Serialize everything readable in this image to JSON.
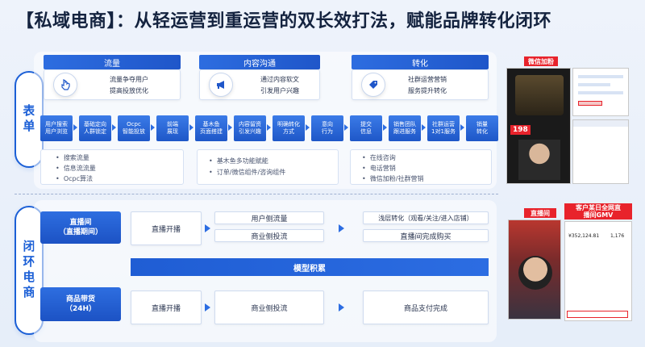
{
  "title": "【私域电商】：从轻运营到重运营的双长效打法，赋能品牌转化闭环",
  "sections": {
    "form_label": "表单",
    "loop_label": "闭环电商"
  },
  "form": {
    "categories": [
      {
        "name": "流量",
        "icon": "hand-pointer-icon",
        "lines": [
          "流量争夺用户",
          "提高投放优化"
        ]
      },
      {
        "name": "内容沟通",
        "icon": "megaphone-icon",
        "lines": [
          "通过内容软文",
          "引发用户兴趣"
        ]
      },
      {
        "name": "转化",
        "icon": "tag-icon",
        "lines": [
          "社群运营营销",
          "服务提升转化"
        ]
      }
    ],
    "steps": [
      "用户搜索\n用户浏览",
      "基础定向\n人群锁定",
      "Ocpc\n智能投放",
      "前端\n展现",
      "基木鱼\n页面搭建",
      "内容留资\n引发兴趣",
      "明确转化\n方式",
      "意向\n行为",
      "提交\n信息",
      "销售团队\n跟进服务",
      "社群运营\n1对1服务",
      "销量\n转化"
    ],
    "bullets": [
      [
        "搜索流量",
        "信息流流量",
        "Ocpc算法"
      ],
      [
        "基木鱼多功能赋能",
        "订单/微信组件/咨询组件"
      ],
      [
        "在线咨询",
        "电话营销",
        "微信加粉/社群营销"
      ]
    ]
  },
  "loop": {
    "live_label": [
      "直播间",
      "（直播期间）"
    ],
    "goods_label": [
      "商品带货",
      "（24H）"
    ],
    "live_start": "直播开播",
    "goods_start": "直播开播",
    "user_traffic": "用户侧流量",
    "biz_invest": "商业侧投流",
    "shallow": "浅层转化（观看/关注/进入店铺）",
    "live_purchase": "直播间完成购买",
    "model": "模型积累",
    "biz_invest_2": "商业侧投流",
    "goods_pay": "商品支付完成"
  },
  "screens": {
    "wechat_tag": "微信加粉",
    "live_tag": "直播间",
    "gmv_tag": [
      "客户某日全网直",
      "播间GMV"
    ],
    "price": "198",
    "gmv_value": "¥352,124.81",
    "gmv_side": "1,176"
  },
  "colors": {
    "primary": "#1f56c9",
    "accent_red": "#e8232b"
  }
}
